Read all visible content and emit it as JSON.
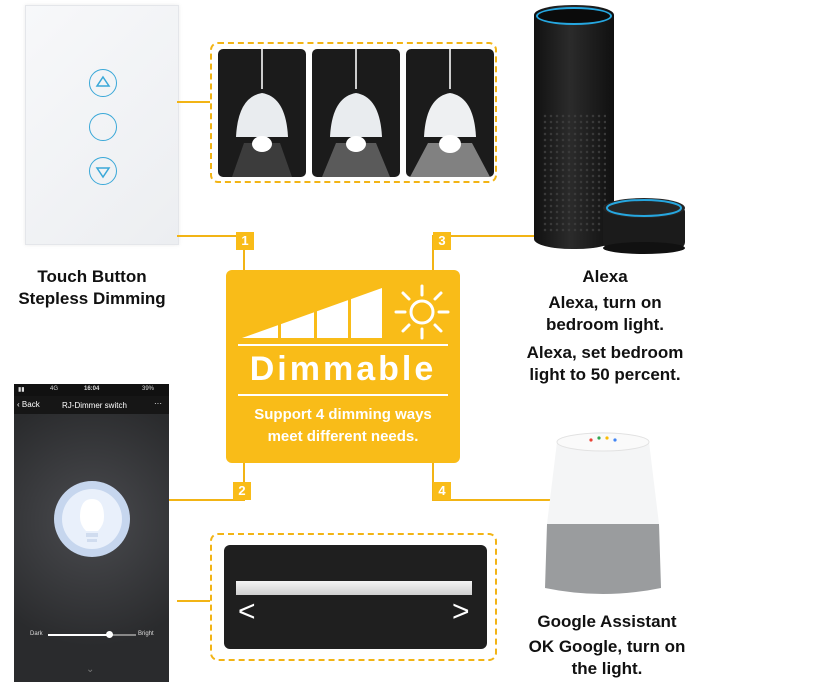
{
  "switch": {
    "caption": [
      "Touch Button",
      "Stepless Dimming"
    ]
  },
  "alexa": {
    "title": "Alexa",
    "cmd1": [
      "Alexa, turn on",
      "bedroom light."
    ],
    "cmd2": [
      "Alexa, set bedroom",
      "light to 50 percent."
    ]
  },
  "google": {
    "title": "Google Assistant",
    "cmd": [
      "OK Google, turn on",
      "the light."
    ]
  },
  "center": {
    "title": "Dimmable",
    "subtitle": [
      "Support 4 dimming ways",
      "meet different needs."
    ]
  },
  "numbers": [
    "1",
    "2",
    "3",
    "4"
  ],
  "phone": {
    "status_left": "4G",
    "status_time": "16:04",
    "status_right": "39%",
    "back_label": "Back",
    "screen_title": "RJ-Dimmer switch",
    "menu": "···",
    "slider_min": "Dark",
    "slider_max": "Bright"
  },
  "slider_panel": {
    "left_arrow": "<",
    "right_arrow": ">"
  },
  "colors": {
    "accent": "#f9bc18",
    "frame": "#f2b415",
    "icon_blue": "#3aa8d8"
  }
}
